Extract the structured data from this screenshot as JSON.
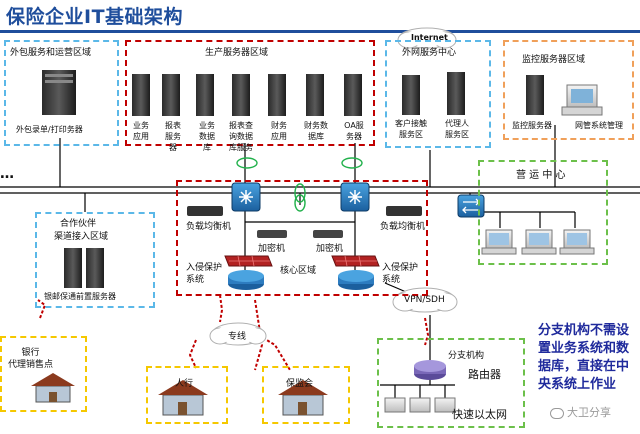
{
  "title": "保险企业IT基础架构",
  "zones": {
    "outsource": {
      "label": "外包服务和运营区域",
      "server_label": "外包录单/打印务器"
    },
    "production": {
      "label": "生产服务器区域",
      "servers": [
        "业务\n应用",
        "报表\n服务\n器",
        "业务\n数据\n库",
        "报表查\n询数据\n库服务",
        "财务\n应用",
        "财务数\n据库",
        "OA服\n务器"
      ]
    },
    "external": {
      "label": "外网服务中心",
      "internet": "Internet",
      "servers": [
        "客户接触\n服务区",
        "代理人\n服务区"
      ]
    },
    "monitor": {
      "label": "监控服务器区域",
      "servers": [
        "监控服务器",
        "网管系统管理"
      ]
    },
    "partner": {
      "label_line1": "合作伙伴",
      "label_line2": "渠道接入区域",
      "server_label": "银邮保通前置服务器"
    },
    "core": {
      "label": "核心区域",
      "lb_left": "负载均衡机",
      "lb_right": "负载均衡机",
      "enc_left": "加密机",
      "enc_right": "加密机",
      "ids_left": "入侵保护\n系统",
      "ids_right": "入侵保护\n系统"
    },
    "ops": {
      "label": "营 运 中 心"
    },
    "bank": {
      "label": "银行\n代理销售点"
    },
    "pbc": {
      "label": "人行"
    },
    "circ": {
      "label": "保监会"
    },
    "branch": {
      "label": "分支机构",
      "router": "路由器",
      "ethernet": "快速以太网"
    }
  },
  "clouds": {
    "vpn": "VPN/SDH",
    "dedicated": "专线"
  },
  "dots": "…",
  "note": {
    "lines": [
      "分支机构不需设",
      "置业务系统和数",
      "据库，直接在中",
      "央系统上作业"
    ]
  },
  "watermark": "大卫分享",
  "colors": {
    "title": "#1f4e9c",
    "note": "#1f2a9c",
    "red_zone": "#c00000",
    "blue_zone": "#5bb8e8",
    "green_zone": "#6cc04a",
    "orange_zone": "#f0a05a",
    "yellow_zone": "#f5c800"
  }
}
